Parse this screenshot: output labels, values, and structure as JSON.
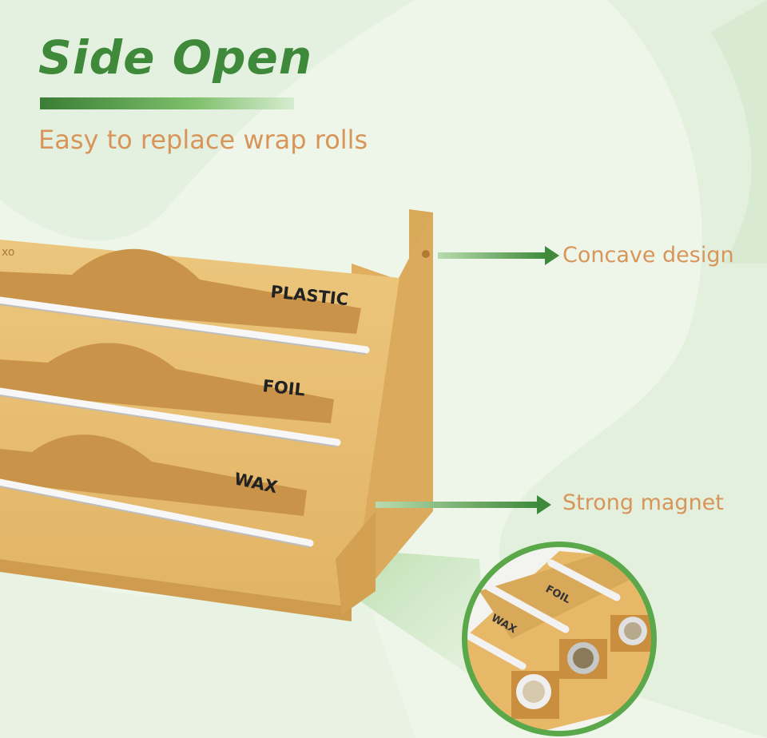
{
  "heading": {
    "title": "Side Open",
    "subtitle": "Easy to replace wrap rolls"
  },
  "callouts": {
    "concave": "Concave design",
    "magnet": "Strong magnet"
  },
  "dispenser": {
    "brand_partial": "xo",
    "slots": [
      "PLASTIC",
      "FOIL",
      "WAX"
    ]
  },
  "inset": {
    "labels": [
      "FOIL",
      "WAX"
    ]
  },
  "colors": {
    "title_green": "#3f8a3a",
    "accent_orange": "#d8955a",
    "bamboo": "#e7bd6e"
  }
}
